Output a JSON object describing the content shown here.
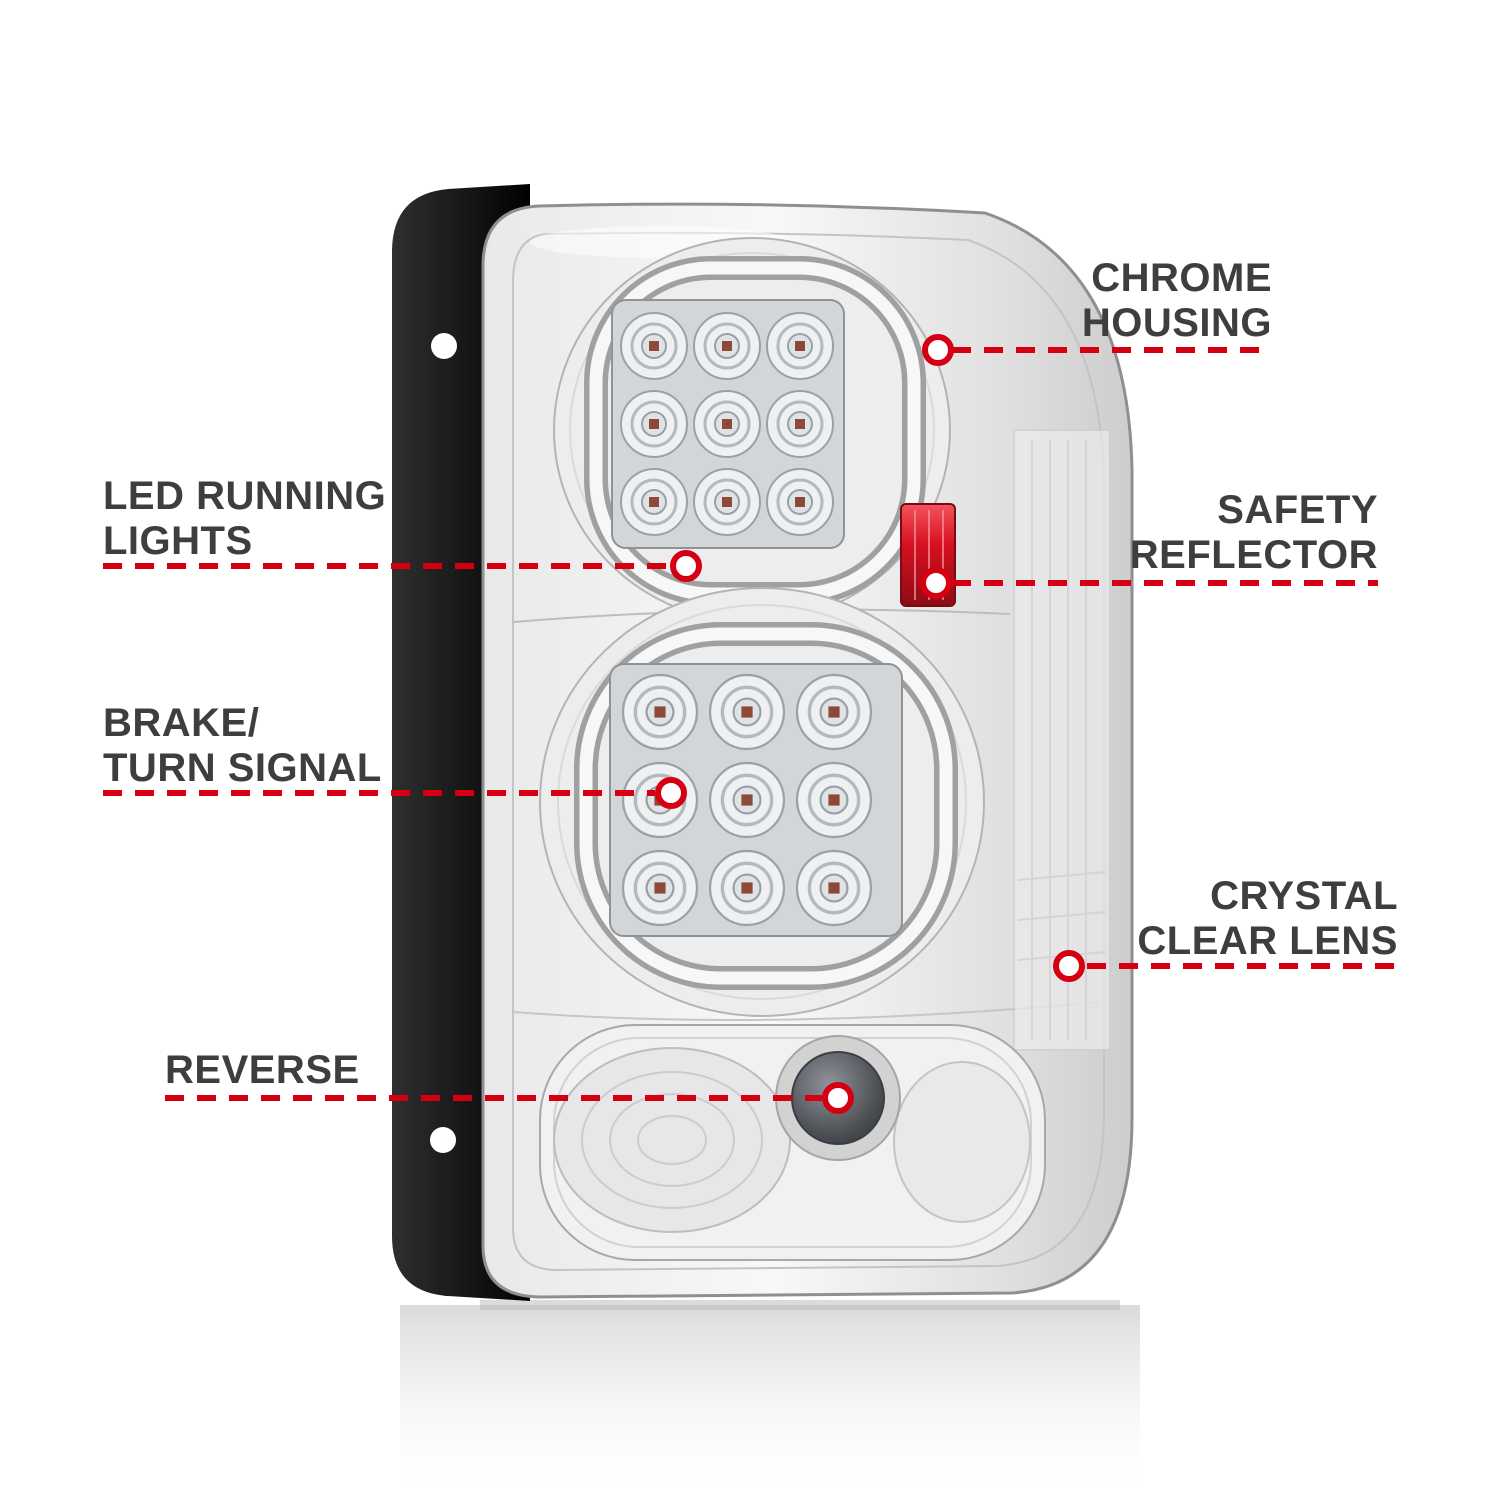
{
  "figure": {
    "type": "annotated-product-diagram",
    "subject": "LED tail light assembly with chrome housing",
    "colors": {
      "accent": "#d40012",
      "label_text": "#3e3e40",
      "background": "#ffffff",
      "reflector_red": "#d6111f",
      "bracket_black": "#141414"
    }
  },
  "callouts": [
    {
      "id": "chrome-housing",
      "side": "right",
      "lines": [
        "CHROME",
        "HOUSING"
      ]
    },
    {
      "id": "led-running-lights",
      "side": "left",
      "lines": [
        "LED RUNNING",
        "LIGHTS"
      ]
    },
    {
      "id": "safety-reflector",
      "side": "right",
      "lines": [
        "SAFETY",
        "REFLECTOR"
      ]
    },
    {
      "id": "brake-turn-signal",
      "side": "left",
      "lines": [
        "BRAKE/",
        "TURN SIGNAL"
      ]
    },
    {
      "id": "crystal-clear-lens",
      "side": "right",
      "lines": [
        "CRYSTAL",
        "CLEAR LENS"
      ]
    },
    {
      "id": "reverse",
      "side": "left",
      "lines": [
        "REVERSE"
      ]
    }
  ]
}
